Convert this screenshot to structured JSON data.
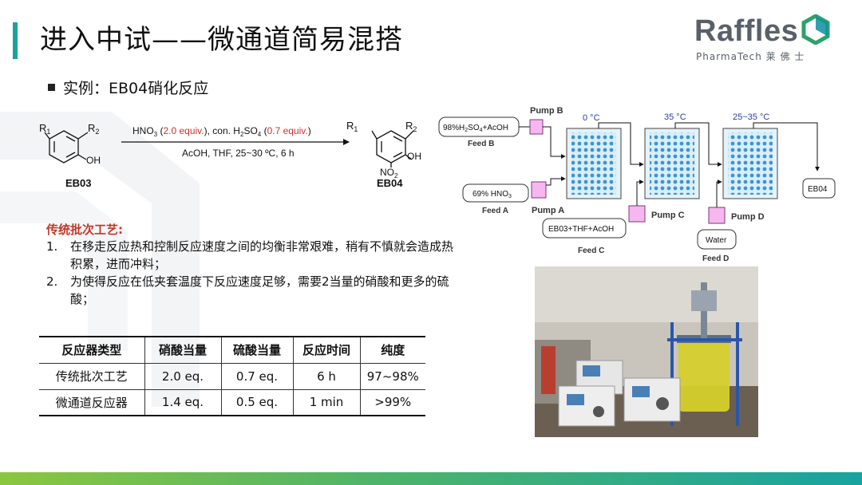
{
  "header": {
    "title": "进入中试——微通道简易混搭",
    "logo_word": "Raffles",
    "logo_sub": "PharmaTech 莱 佛 士"
  },
  "example_label": "实例：EB04硝化反应",
  "reaction": {
    "reactant_label": "EB03",
    "product_label": "EB04",
    "r1": "R",
    "r2": "R",
    "sub1": "1",
    "sub2": "2",
    "oh": "OH",
    "no2": "NO",
    "no2_sub": "2",
    "cond_hno3": "HNO",
    "cond_hno3_sub": "3",
    "cond_eq1_open": " (",
    "cond_eq1": "2.0 equiv.",
    "cond_mid": "), con. H",
    "cond_h2_sub": "2",
    "cond_so4": "SO",
    "cond_so4_sub": "4",
    "cond_eq2_open": " (",
    "cond_eq2": "0.7 equiv.",
    "cond_close": ")",
    "cond_line2": "AcOH, THF, 25~30 ºC, 6 h",
    "highlight_color": "#d0312d"
  },
  "batch_process": {
    "heading": "传统批次工艺:",
    "items": [
      {
        "num": "1.",
        "text": "在移走反应热和控制反应速度之间的均衡非常艰难，稍有不慎就会造成热积累，进而冲料；"
      },
      {
        "num": "2.",
        "text": "为使得反应在低夹套温度下反应速度足够，需要2当量的硝酸和更多的硫酸；"
      }
    ]
  },
  "comparison_table": {
    "headers": [
      "反应器类型",
      "硝酸当量",
      "硫酸当量",
      "反应时间",
      "纯度"
    ],
    "rows": [
      [
        "传统批次工艺",
        "2.0 eq.",
        "0.7 eq.",
        "6 h",
        "97~98%"
      ],
      [
        "微通道反应器",
        "1.4 eq.",
        "0.5 eq.",
        "1 min",
        ">99%"
      ]
    ]
  },
  "flow_diagram": {
    "feed_b_box": "98%H",
    "feed_b_sub1": "2",
    "feed_b_mid": "SO",
    "feed_b_sub2": "4",
    "feed_b_tail": "+AcOH",
    "feed_b_label": "Feed B",
    "pump_b": "Pump B",
    "feed_a_box": "69% HNO",
    "feed_a_sub": "3",
    "feed_a_label": "Feed A",
    "pump_a": "Pump A",
    "feed_c_box": "EB03+THF+AcOH",
    "feed_c_label": "Feed C",
    "pump_c": "Pump C",
    "feed_d_box": "Water",
    "feed_d_label": "Feed D",
    "pump_d": "Pump D",
    "temp1": "0 °C",
    "temp2": "35 °C",
    "temp3": "25~35 °C",
    "product_box": "EB04",
    "temp_color": "#2a3f9e",
    "pump_color": "#f6b6f0"
  }
}
